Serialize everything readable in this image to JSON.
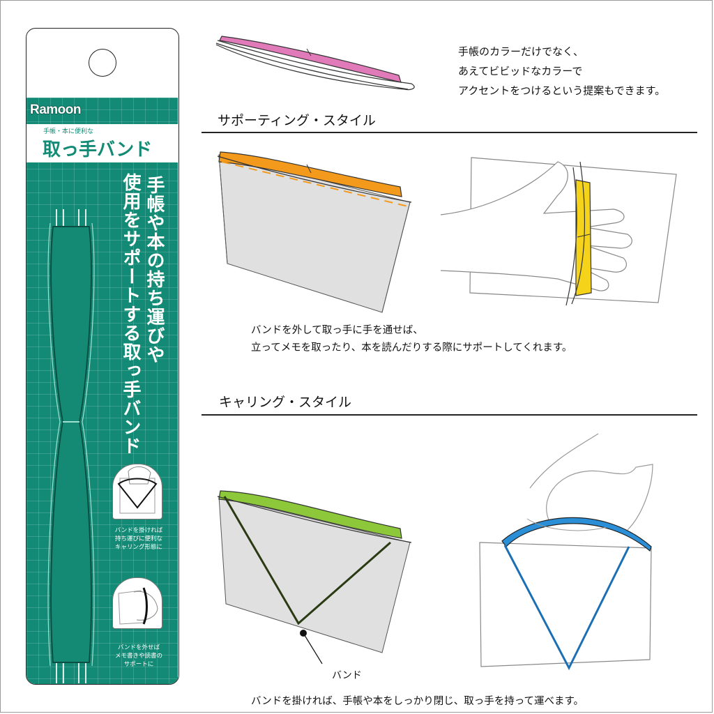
{
  "package": {
    "brand": "Ramoon",
    "subtitle": "手帳・本に便利な",
    "product_name": "取っ手バンド",
    "tagline_col1": "手帳や本の持ち運びや",
    "tagline_col2": "使用をサポートする取っ手バンド",
    "carry_caption": [
      "バンドを掛ければ",
      "持ち運びに便利な",
      "キャリング形態に"
    ],
    "support_caption": [
      "バンドを外せば",
      "メモ書きや読書の",
      "サポートに"
    ],
    "colors": {
      "green": "#138a75",
      "white": "#ffffff"
    }
  },
  "intro_lines": [
    "手帳のカラーだけでなく、",
    "あえてビビッドなカラーで",
    "アクセントをつけるという提案もできます。"
  ],
  "sections": {
    "supporting": {
      "title": "サポーティング・スタイル",
      "desc_lines": [
        "バンドを外して取っ手に手を通せば、",
        "立ってメモを取ったり、本を読んだりする際にサポートしてくれます。"
      ]
    },
    "carrying": {
      "title": "キャリング・スタイル",
      "band_label": "バンド",
      "desc": "バンドを掛ければ、手帳や本をしっかり閉じ、取っ手を持って運べます。"
    }
  },
  "band_colors": {
    "pink": "#e07ab8",
    "orange": "#f39a1d",
    "yellow": "#f5d31b",
    "green": "#8cc83a",
    "blue": "#2a8fd6"
  }
}
